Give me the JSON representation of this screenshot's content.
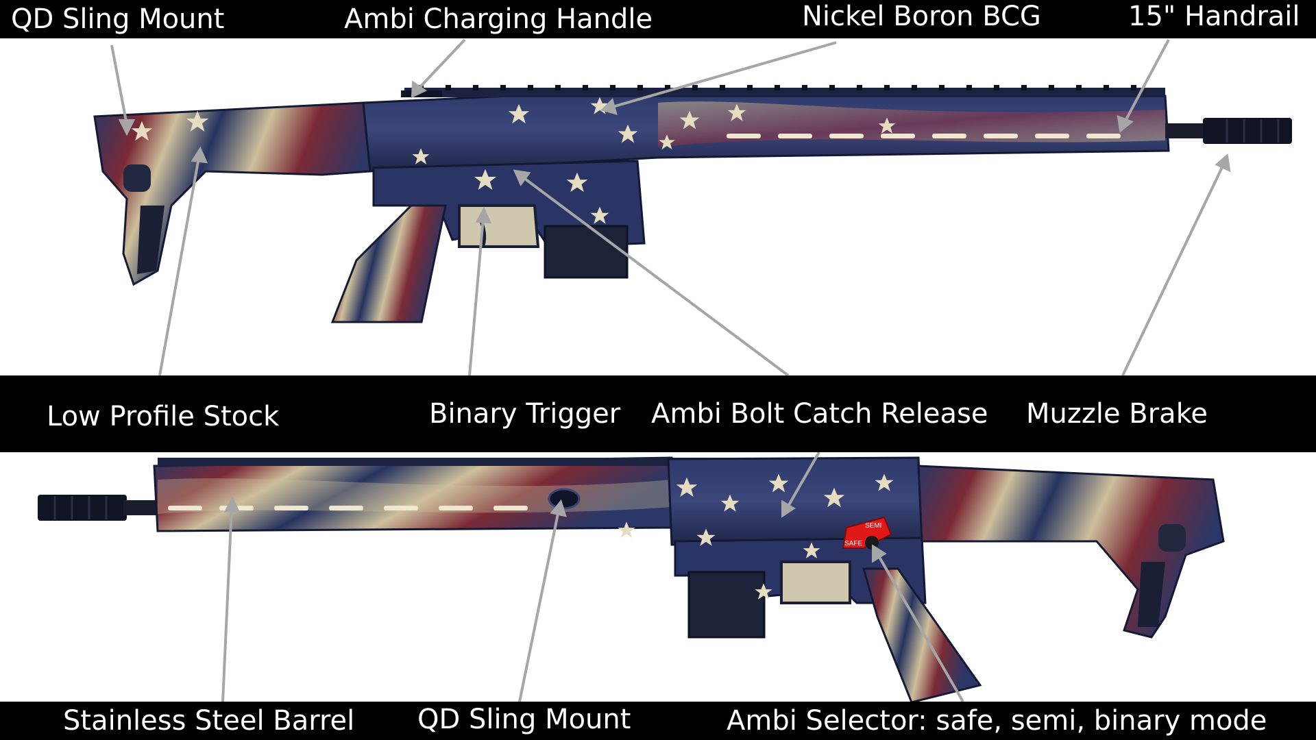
{
  "callouts_top": {
    "qd_sling_mount": "QD Sling Mount",
    "ambi_charging_handle": "Ambi Charging Handle",
    "nickel_boron_bcg": "Nickel Boron BCG",
    "handrail": "15\" Handrail"
  },
  "callouts_middle": {
    "low_profile_stock": "Low Profile Stock",
    "binary_trigger": "Binary Trigger",
    "ambi_bolt_catch_release": "Ambi Bolt Catch Release",
    "muzzle_brake": "Muzzle Brake"
  },
  "callouts_bottom": {
    "stainless_steel_barrel": "Stainless Steel Barrel",
    "qd_sling_mount": "QD Sling Mount",
    "ambi_selector": "Ambi Selector: safe, semi, binary mode"
  },
  "selector_markings": {
    "semi": "SEMI",
    "safe": "SAFE"
  },
  "colors": {
    "band": "#000000",
    "label_text": "#ffffff",
    "leader_line": "#a6a6a6",
    "flag_blue": "#26335f",
    "flag_red": "#7a2a36",
    "flag_cream": "#cdbf9c",
    "selector_red": "#e01818"
  }
}
